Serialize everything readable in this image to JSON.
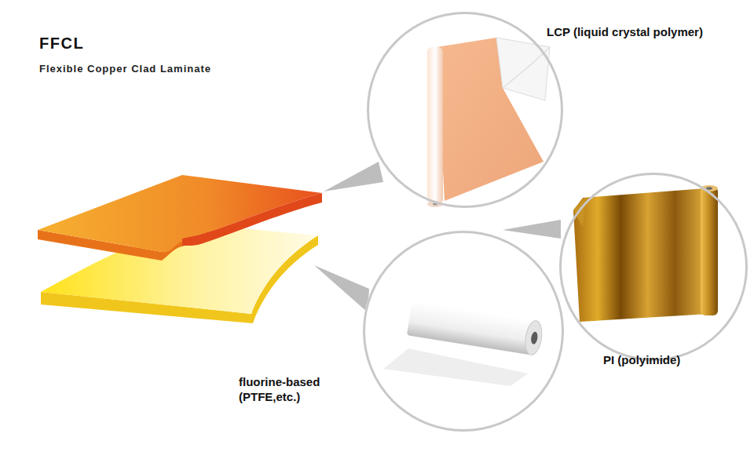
{
  "diagram": {
    "title": "FFCL",
    "nodes": [
      {
        "text": [
          "LCP (liquid crystal polymer)"
        ]
      },
      {
        "text": [
          "PI (polyimide)"
        ]
      },
      {
        "text": [
          "fluorine-based (PTFE,etc.)"
        ]
      }
    ],
    "labels": [
      "Flexible Copper Clad Laminate"
    ]
  }
}
